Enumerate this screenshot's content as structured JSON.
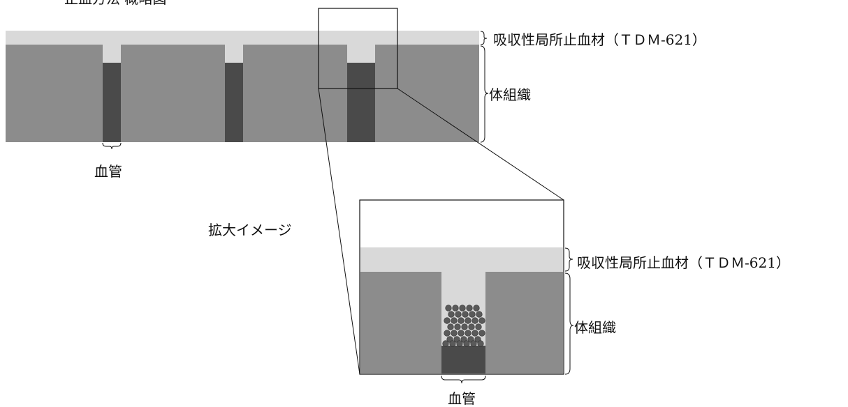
{
  "diagram": {
    "header_fragment": "止血方法 概略図",
    "top_section": {
      "agent_label": "吸収性局所止血材（ＴＤＭ-621）",
      "tissue_label": "体組織",
      "vessel_label": "血管"
    },
    "zoom_label": "拡大イメージ",
    "zoom_section": {
      "agent_label": "吸収性局所止血材（ＴＤＭ-621）",
      "tissue_label": "体組織",
      "vessel_label": "血管"
    },
    "colors": {
      "agent_layer": "#d9d9d9",
      "tissue": "#8c8c8c",
      "vessel": "#4a4a4a",
      "particles": "#5a5a5a",
      "outline": "#111111"
    }
  }
}
